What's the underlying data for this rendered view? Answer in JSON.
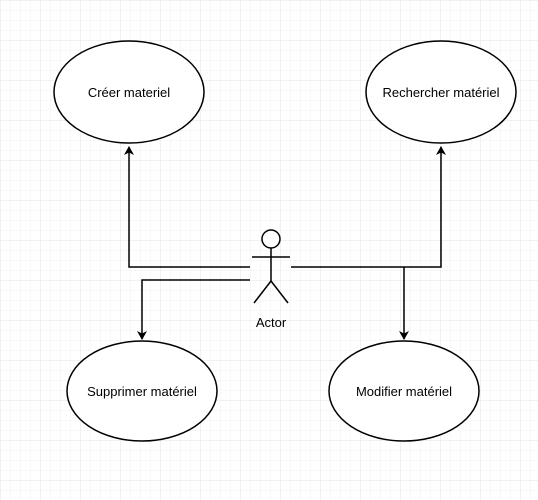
{
  "diagram": {
    "actor": {
      "label": "Actor"
    },
    "use_cases": {
      "create": {
        "label": "Créer materiel"
      },
      "search": {
        "label": "Rechercher matériel"
      },
      "delete": {
        "label": "Supprimer matériel"
      },
      "modify": {
        "label": "Modifier matériel"
      }
    }
  },
  "colors": {
    "line": "#000000",
    "fill": "#ffffff",
    "grid_minor": "#f0f0f0",
    "grid_major": "#e3e3e3"
  }
}
